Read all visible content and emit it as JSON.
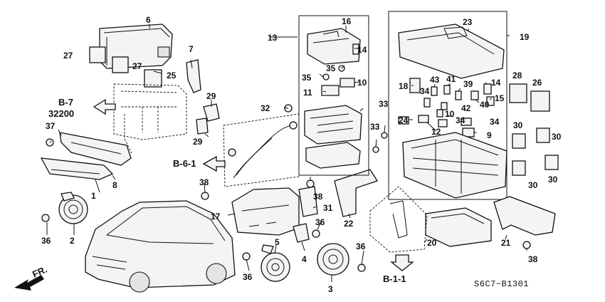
{
  "callouts": {
    "c1": "1",
    "c2": "2",
    "c3": "3",
    "c4": "4",
    "c5": "5",
    "c6": "6",
    "c7": "7",
    "c8": "8",
    "c9": "9",
    "c10": "10",
    "c10b": "10",
    "c11": "11",
    "c12": "12",
    "c13": "13",
    "c14": "14",
    "c14b": "14",
    "c15": "15",
    "c16": "16",
    "c17": "17",
    "c18": "18",
    "c19": "19",
    "c20": "20",
    "c21": "21",
    "c22": "22",
    "c23": "23",
    "c24": "24",
    "c25": "25",
    "c26": "26",
    "c27": "27",
    "c27b": "27",
    "c28": "28",
    "c29": "29",
    "c29b": "29",
    "c30a": "30",
    "c30b": "30",
    "c30c": "30",
    "c30d": "30",
    "c31": "31",
    "c32": "32",
    "c33": "33",
    "c33b": "33",
    "c34a": "34",
    "c34b": "34",
    "c34c": "34",
    "c35": "35",
    "c35b": "35",
    "c36a": "36",
    "c36b": "36",
    "c36c": "36",
    "c36d": "36",
    "c37": "37",
    "c38a": "38",
    "c38b": "38",
    "c38c": "38",
    "c39": "39",
    "c40": "40",
    "c41": "41",
    "c42": "42",
    "c43": "43"
  },
  "references": {
    "b7": "B-7",
    "b7code": "32200",
    "b61": "B-6-1",
    "b11": "B-1-1"
  },
  "front_label": "FR.",
  "diagram_code": "S6C7−B1301"
}
